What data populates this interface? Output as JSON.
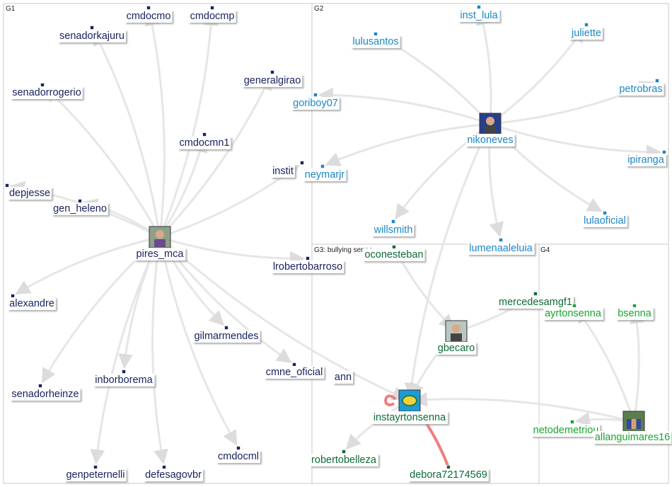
{
  "colors": {
    "g1": "#1a2460",
    "g2": "#1c86c9",
    "g3": "#0d6b35",
    "g4": "#17a52e",
    "edge": "#e6e6e6",
    "highlight_edge": "#f27c7c",
    "box_border": "#c8c8c8"
  },
  "groups": [
    {
      "id": "G1",
      "title": "G1"
    },
    {
      "id": "G2",
      "title": "G2"
    },
    {
      "id": "G3",
      "title": "G3: bullying senna"
    },
    {
      "id": "G4",
      "title": "G4"
    }
  ],
  "nodes": [
    {
      "id": "pires_mca",
      "label": "pires_mca",
      "group": "G1",
      "avatar": "person-photo"
    },
    {
      "id": "cmdocmo",
      "label": "cmdocmo",
      "group": "G1"
    },
    {
      "id": "cmdocmp",
      "label": "cmdocmp",
      "group": "G1"
    },
    {
      "id": "senadorkajuru",
      "label": "senadorkajuru",
      "group": "G1"
    },
    {
      "id": "senadorrogerio",
      "label": "senadorrogerio",
      "group": "G1"
    },
    {
      "id": "generalgirao",
      "label": "generalgirao",
      "group": "G1"
    },
    {
      "id": "cmdocmn1",
      "label": "cmdocmn1",
      "group": "G1"
    },
    {
      "id": "depjesse",
      "label": "depjesse",
      "group": "G1"
    },
    {
      "id": "gen_heleno",
      "label": "gen_heleno",
      "group": "G1"
    },
    {
      "id": "institut",
      "label": "instit",
      "group": "G1"
    },
    {
      "id": "lrobertobarroso",
      "label": "lrobertobarroso",
      "group": "G1"
    },
    {
      "id": "alexandre",
      "label": "alexandre",
      "group": "G1"
    },
    {
      "id": "gilmarmendes",
      "label": "gilmarmendes",
      "group": "G1"
    },
    {
      "id": "inborborema",
      "label": "inborborema",
      "group": "G1"
    },
    {
      "id": "cmne_oficial",
      "label": "cmne_oficial",
      "group": "G1"
    },
    {
      "id": "hidden_ann",
      "label": "ann",
      "group": "G1"
    },
    {
      "id": "senadorheinze",
      "label": "senadorheinze",
      "group": "G1"
    },
    {
      "id": "cmdocml",
      "label": "cmdocml",
      "group": "G1"
    },
    {
      "id": "genpeternelli",
      "label": "genpeternelli",
      "group": "G1"
    },
    {
      "id": "defesagovbr",
      "label": "defesagovbr",
      "group": "G1"
    },
    {
      "id": "nikoneves",
      "label": "nikoneves",
      "group": "G2",
      "avatar": "person-photo"
    },
    {
      "id": "inst_lula",
      "label": "inst_lula",
      "group": "G2"
    },
    {
      "id": "lulusantos",
      "label": "lulusantos",
      "group": "G2"
    },
    {
      "id": "juliette",
      "label": "juliette",
      "group": "G2"
    },
    {
      "id": "petrobras",
      "label": "petrobras",
      "group": "G2"
    },
    {
      "id": "goriboy07",
      "label": "goriboy07",
      "group": "G2"
    },
    {
      "id": "ipiranga",
      "label": "ipiranga",
      "group": "G2"
    },
    {
      "id": "neymarjr",
      "label": "neymarjr",
      "group": "G2"
    },
    {
      "id": "willsmith",
      "label": "willsmith",
      "group": "G2"
    },
    {
      "id": "lulaoficial",
      "label": "lulaoficial",
      "group": "G2"
    },
    {
      "id": "lumenaaleluia",
      "label": "lumenaaleluia",
      "group": "G2"
    },
    {
      "id": "instayrtonsenna",
      "label": "instayrtonsenna",
      "group": "G3",
      "avatar": "helmet-logo"
    },
    {
      "id": "oconesteban",
      "label": "oconesteban",
      "group": "G3"
    },
    {
      "id": "gbecaro",
      "label": "gbecaro",
      "group": "G3",
      "avatar": "person-photo"
    },
    {
      "id": "mercedesamgf1",
      "label": "mercedesamgf1",
      "group": "G3"
    },
    {
      "id": "robertobelleza",
      "label": "robertobelleza",
      "group": "G3"
    },
    {
      "id": "debora72174569",
      "label": "debora72174569",
      "group": "G3"
    },
    {
      "id": "ayrtonsenna",
      "label": "ayrtonsenna",
      "group": "G4"
    },
    {
      "id": "bsenna",
      "label": "bsenna",
      "group": "G4"
    },
    {
      "id": "netodemetriou",
      "label": "netodemetriou",
      "group": "G4"
    },
    {
      "id": "allanguimares16",
      "label": "allanguimares16",
      "group": "G4",
      "avatar": "group-photo"
    }
  ],
  "edges": [
    {
      "from": "pires_mca",
      "to": "cmdocmo"
    },
    {
      "from": "pires_mca",
      "to": "cmdocmp"
    },
    {
      "from": "pires_mca",
      "to": "senadorkajuru"
    },
    {
      "from": "pires_mca",
      "to": "senadorrogerio"
    },
    {
      "from": "pires_mca",
      "to": "generalgirao"
    },
    {
      "from": "pires_mca",
      "to": "cmdocmn1"
    },
    {
      "from": "pires_mca",
      "to": "depjesse"
    },
    {
      "from": "pires_mca",
      "to": "gen_heleno"
    },
    {
      "from": "pires_mca",
      "to": "institut"
    },
    {
      "from": "pires_mca",
      "to": "lrobertobarroso"
    },
    {
      "from": "pires_mca",
      "to": "alexandre"
    },
    {
      "from": "pires_mca",
      "to": "gilmarmendes"
    },
    {
      "from": "pires_mca",
      "to": "inborborema"
    },
    {
      "from": "pires_mca",
      "to": "cmne_oficial"
    },
    {
      "from": "pires_mca",
      "to": "senadorheinze"
    },
    {
      "from": "pires_mca",
      "to": "cmdocml"
    },
    {
      "from": "pires_mca",
      "to": "genpeternelli"
    },
    {
      "from": "pires_mca",
      "to": "defesagovbr"
    },
    {
      "from": "pires_mca",
      "to": "instayrtonsenna"
    },
    {
      "from": "nikoneves",
      "to": "inst_lula"
    },
    {
      "from": "nikoneves",
      "to": "lulusantos"
    },
    {
      "from": "nikoneves",
      "to": "juliette"
    },
    {
      "from": "nikoneves",
      "to": "petrobras"
    },
    {
      "from": "nikoneves",
      "to": "goriboy07"
    },
    {
      "from": "nikoneves",
      "to": "ipiranga"
    },
    {
      "from": "nikoneves",
      "to": "neymarjr"
    },
    {
      "from": "nikoneves",
      "to": "willsmith"
    },
    {
      "from": "nikoneves",
      "to": "lulaoficial"
    },
    {
      "from": "nikoneves",
      "to": "lumenaaleluia"
    },
    {
      "from": "nikoneves",
      "to": "instayrtonsenna"
    },
    {
      "from": "oconesteban",
      "to": "gbecaro"
    },
    {
      "from": "gbecaro",
      "to": "mercedesamgf1"
    },
    {
      "from": "gbecaro",
      "to": "instayrtonsenna"
    },
    {
      "from": "instayrtonsenna",
      "to": "robertobelleza"
    },
    {
      "from": "debora72174569",
      "to": "instayrtonsenna",
      "highlight": true
    },
    {
      "from": "instayrtonsenna",
      "to": "instayrtonsenna",
      "highlight": true,
      "self_loop": true
    },
    {
      "from": "allanguimares16",
      "to": "instayrtonsenna"
    },
    {
      "from": "allanguimares16",
      "to": "ayrtonsenna"
    },
    {
      "from": "allanguimares16",
      "to": "bsenna"
    },
    {
      "from": "allanguimares16",
      "to": "netodemetriou"
    }
  ]
}
